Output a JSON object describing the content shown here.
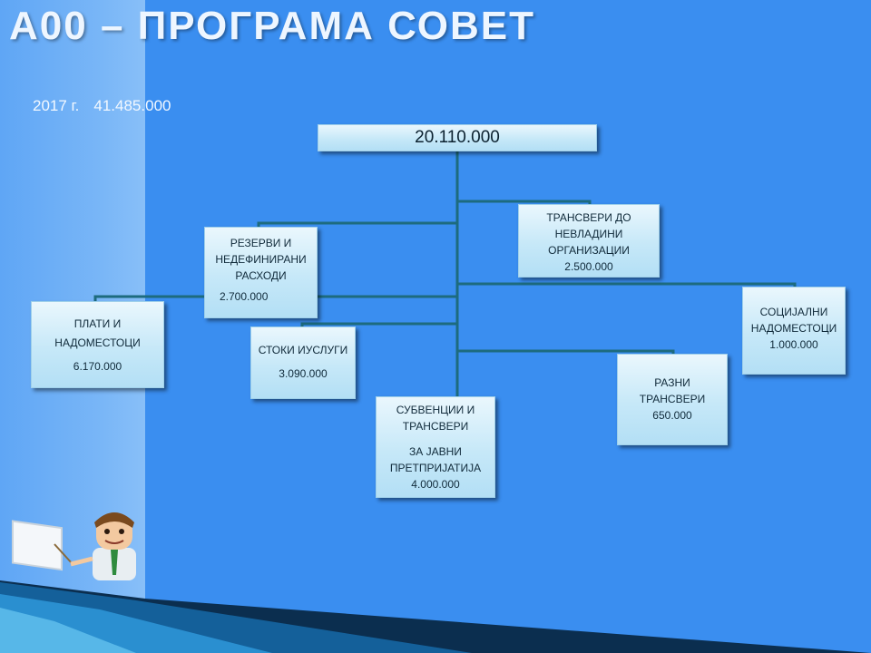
{
  "title": "А00 – ПРОГРАМА СОВЕТ",
  "subtitle": {
    "year": "2017 г.",
    "total": "41.485.000"
  },
  "root": {
    "value": "20.110.000"
  },
  "nodes": {
    "reserves": {
      "lines": [
        "РЕЗЕРВИ И",
        "НЕДЕФИНИРАНИ",
        "РАСХОДИ"
      ],
      "value": "2.700.000"
    },
    "ngo_transfers": {
      "lines": [
        "ТРАНСВЕРИ ДО",
        "НЕВЛАДИНИ",
        "ОРГАНИЗАЦИИ"
      ],
      "value": "2.500.000"
    },
    "salaries": {
      "lines": [
        "ПЛАТИ И",
        "НАДОМЕСТОЦИ"
      ],
      "value": "6.170.000"
    },
    "goods": {
      "lines": [
        "СТОКИ ИУСЛУГИ"
      ],
      "value": "3.090.000"
    },
    "social": {
      "lines": [
        "СОЦИЈАЛНИ",
        "НАДОМЕСТОЦИ"
      ],
      "value": "1.000.000"
    },
    "misc_transfers": {
      "lines": [
        "РАЗНИ",
        "ТРАНСВЕРИ"
      ],
      "value": "650.000"
    },
    "subsidies": {
      "lines": [
        "СУБВЕНЦИИ И",
        "ТРАНСВЕРИ",
        "ЗА ЈАВНИ",
        "ПРЕТПРИЈАТИЈА"
      ],
      "value": "4.000.000"
    }
  },
  "colors": {
    "background": "#3a8ef0",
    "connector": "#1d6b7e",
    "box_top": "#eaf7fd",
    "box_bottom": "#b3dff5"
  }
}
